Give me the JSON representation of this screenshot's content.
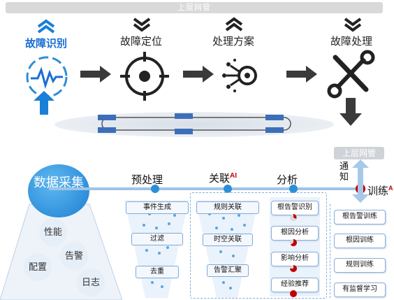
{
  "top_banner": "上层网管",
  "stages": [
    {
      "label": "故障识别",
      "active": true
    },
    {
      "label": "故障定位",
      "active": false
    },
    {
      "label": "处理方案",
      "active": false
    },
    {
      "label": "故障处理",
      "active": false
    }
  ],
  "data_collection": {
    "title": "数据采集",
    "items": [
      "性能",
      "告警",
      "配置",
      "日志"
    ]
  },
  "phases": {
    "preprocess": "预处理",
    "correlate": "关联",
    "correlate_mark": "AI",
    "analyze": "分析",
    "train": "训练",
    "train_mark": "A"
  },
  "notify_label": "通知",
  "upper_nms": "上层网管",
  "preprocess_steps": [
    "事件生成",
    "过滤",
    "去重"
  ],
  "correlate_steps": [
    "规则关联",
    "时空关联",
    "告警汇聚"
  ],
  "analyze_steps": [
    "根告警识别",
    "根因分析",
    "影响分析",
    "经验推荐"
  ],
  "train_steps": [
    "根告警训练",
    "根因训练",
    "规则训练",
    "有监督学习"
  ],
  "colors": {
    "accent": "#1a6fd1",
    "light_blue": "#9ec4e6",
    "red": "#c00000"
  }
}
